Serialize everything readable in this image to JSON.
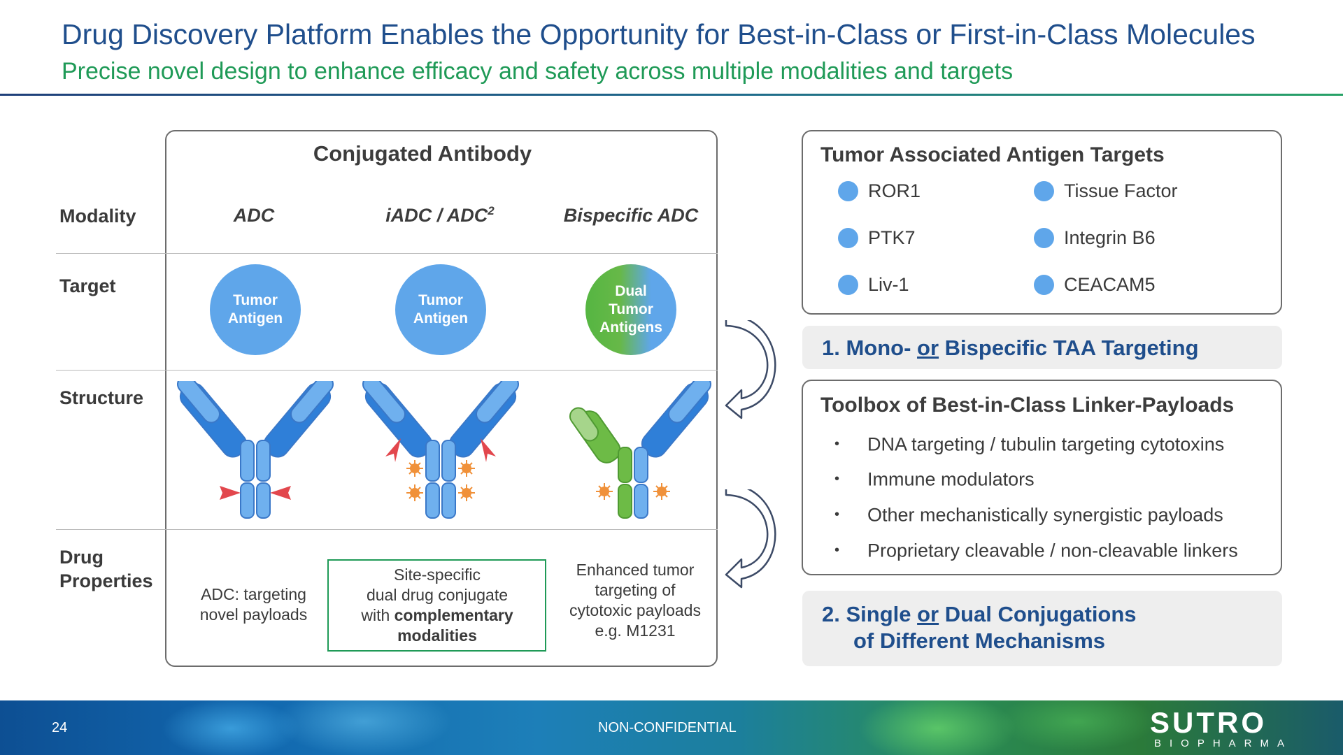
{
  "header": {
    "title": "Drug Discovery Platform Enables the Opportunity for Best-in-Class or First-in-Class Molecules",
    "subtitle": "Precise novel design to enhance efficacy and safety across multiple modalities and targets"
  },
  "conjugated": {
    "title": "Conjugated Antibody",
    "row_labels": {
      "modality": "Modality",
      "target": "Target",
      "structure": "Structure",
      "drug_properties_1": "Drug",
      "drug_properties_2": "Properties"
    },
    "modalities": [
      {
        "label": "ADC",
        "sup": ""
      },
      {
        "label": "iADC / ADC",
        "sup": "2"
      },
      {
        "label": "Bispecific ADC",
        "sup": ""
      }
    ],
    "targets": [
      "Tumor\nAntigen",
      "Tumor\nAntigen",
      "Dual\nTumor\nAntigens"
    ],
    "properties": {
      "adc_1": "ADC: targeting",
      "adc_2": "novel payloads",
      "iadc_1": "Site-specific",
      "iadc_2": "dual drug conjugate",
      "iadc_3a": "with ",
      "iadc_3b": "complementary",
      "iadc_4": "modalities",
      "bis_1": "Enhanced tumor",
      "bis_2": "targeting of",
      "bis_3": "cytotoxic payloads",
      "bis_4": "e.g. M1231"
    }
  },
  "taa": {
    "title": "Tumor Associated Antigen Targets",
    "targets": [
      "ROR1",
      "PTK7",
      "Liv-1",
      "Tissue Factor",
      "Integrin B6",
      "CEACAM5"
    ]
  },
  "callout1": {
    "prefix": "1. Mono- ",
    "underlined": "or",
    "suffix": " Bispecific TAA Targeting"
  },
  "toolbox": {
    "title": "Toolbox of Best-in-Class Linker-Payloads",
    "bullet": "•",
    "items": [
      "DNA targeting / tubulin targeting cytotoxins",
      "Immune modulators",
      "Other mechanistically synergistic payloads",
      "Proprietary cleavable / non-cleavable linkers"
    ]
  },
  "callout2": {
    "prefix": "2.  Single ",
    "underlined": "or",
    "suffix": " Dual Conjugations",
    "line2": "of Different Mechanisms"
  },
  "footer": {
    "page_number": "24",
    "classification": "NON-CONFIDENTIAL",
    "logo_main": "SUTRO",
    "logo_sub": "BIOPHARMA"
  },
  "colors": {
    "title_blue": "#1f4e8c",
    "subtitle_green": "#1f9a57",
    "antigen_blue": "#5fa6ea",
    "antibody_dark_blue": "#2f7fd8",
    "antibody_light_blue": "#6fb0ee",
    "bispecific_green": "#6dbb46",
    "payload_red": "#e2474d",
    "payload_orange": "#f0913a"
  }
}
